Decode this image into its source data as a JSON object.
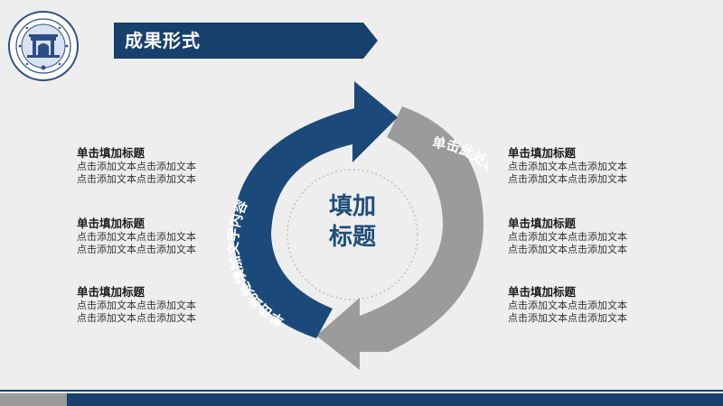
{
  "header": {
    "title": "成果形式"
  },
  "center": {
    "line1": "填加",
    "line2": "标题"
  },
  "arc_left": {
    "text": "单击此处填加文字内容"
  },
  "arc_right": {
    "text": "单击此处填加文字内容"
  },
  "left_blocks": [
    {
      "title": "单击填加标题",
      "line1": "点击添加文本点击添加文本",
      "line2": "点击添加文本点击添加文本"
    },
    {
      "title": "单击填加标题",
      "line1": "点击添加文本点击添加文本",
      "line2": "点击添加文本点击添加文本"
    },
    {
      "title": "单击填加标题",
      "line1": "点击添加文本点击添加文本",
      "line2": "点击添加文本点击添加文本"
    }
  ],
  "right_blocks": [
    {
      "title": "单击填加标题",
      "line1": "点击添加文本点击添加文本",
      "line2": "点击添加文本点击添加文本"
    },
    {
      "title": "单击填加标题",
      "line1": "点击添加文本点击添加文本",
      "line2": "点击添加文本点击添加文本"
    },
    {
      "title": "单击填加标题",
      "line1": "点击添加文本点击添加文本",
      "line2": "点击添加文本点击添加文本"
    }
  ],
  "colors": {
    "accent": "#17406d",
    "arrow_blue": "#1b4a7a",
    "arrow_gray": "#9b9b9b",
    "background": "#eeeeee"
  },
  "icons": {
    "logo": "university-seal-icon"
  }
}
